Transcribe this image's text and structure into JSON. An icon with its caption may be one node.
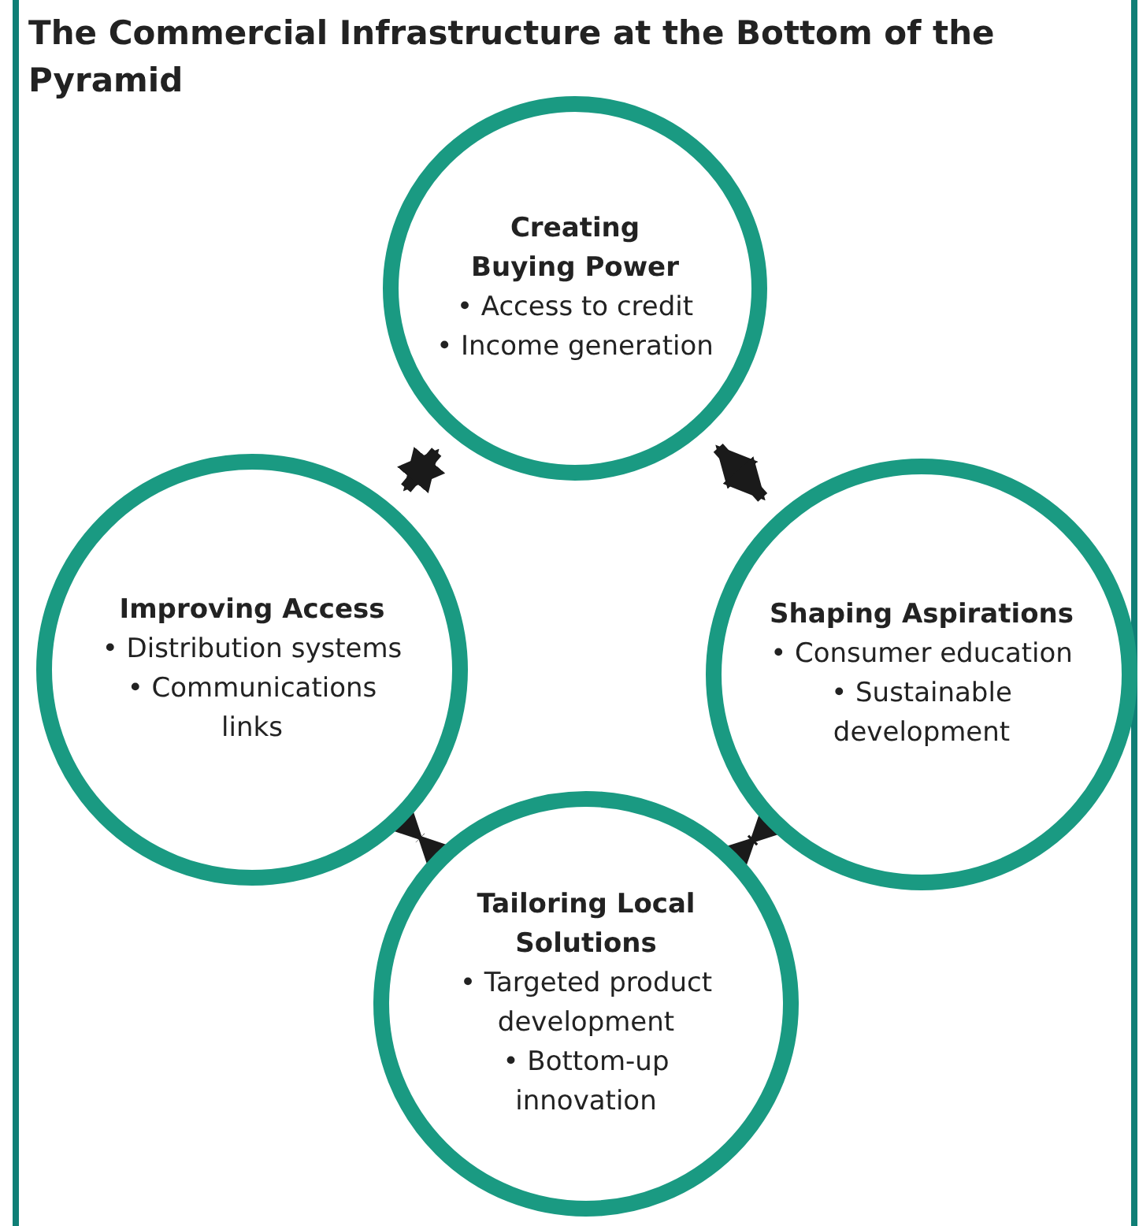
{
  "diagram": {
    "title": "The Commercial Infrastructure at the Bottom of the Pyramid",
    "nodes": [
      {
        "text": [
          "Creating Buying Power",
          "• Access to credit",
          "• Income generation"
        ]
      },
      {
        "text": [
          "Improving Access",
          "• Distribution systems",
          "• Communications links"
        ]
      },
      {
        "text": [
          "Shaping Aspirations",
          "• Consumer education",
          "• Sustainable development"
        ]
      },
      {
        "text": [
          "Tailoring Local Solutions",
          "• Targeted product development",
          "• Bottom-up innovation"
        ]
      }
    ],
    "edges": [
      {
        "from": 1,
        "to": 0,
        "arrow": "both"
      },
      {
        "from": 0,
        "to": 2,
        "arrow": "both"
      },
      {
        "from": 1,
        "to": 3,
        "arrow": "both"
      },
      {
        "from": 3,
        "to": 2,
        "arrow": "both"
      }
    ]
  }
}
